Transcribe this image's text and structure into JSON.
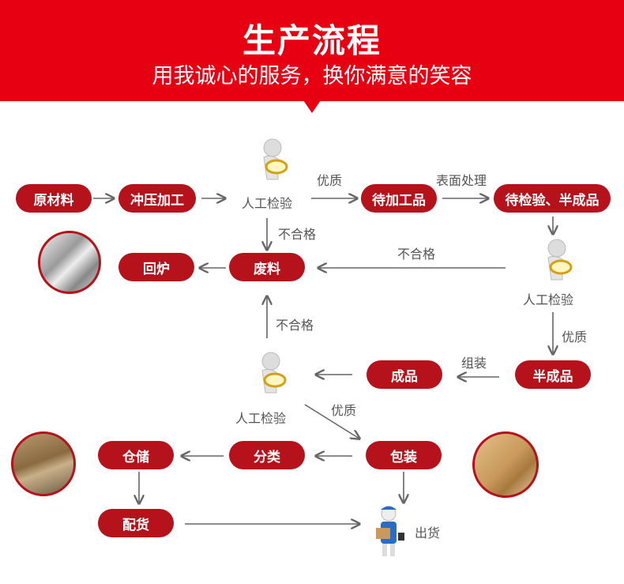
{
  "header": {
    "title": "生产流程",
    "subtitle": "用我诚心的服务，换你满意的笑容"
  },
  "nodes": {
    "raw": "原材料",
    "stamp": "冲压加工",
    "pending": "待加工品",
    "semi_pending": "待检验、半成品",
    "remelt": "回炉",
    "scrap": "废料",
    "semi": "半成品",
    "finished": "成品",
    "storage": "仓储",
    "sort": "分类",
    "pack": "包装",
    "dispatch": "配货"
  },
  "labels": {
    "inspect1": "人工检验",
    "inspect2": "人工检验",
    "inspect3": "人工检验",
    "good1": "优质",
    "surface": "表面处理",
    "fail1": "不合格",
    "fail2": "不合格",
    "fail3": "不合格",
    "good2": "优质",
    "assemble": "组装",
    "good3": "优质",
    "ship": "出货"
  },
  "colors": {
    "header": "#e60012",
    "pill": "#b5121b",
    "arrow": "#666666"
  }
}
